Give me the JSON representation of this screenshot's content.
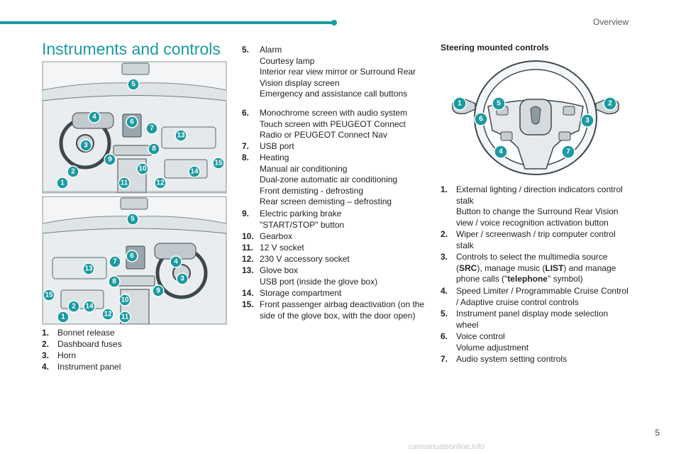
{
  "header": {
    "section": "Overview"
  },
  "page": {
    "title": "Instruments and controls",
    "number": "5"
  },
  "accent_color": "#1b9aa0",
  "lhd_badges": [
    "1",
    "2",
    "3",
    "4",
    "5",
    "6",
    "7",
    "8",
    "9",
    "10",
    "11",
    "12",
    "13",
    "14",
    "15"
  ],
  "rhd_badges": [
    "1",
    "2",
    "3",
    "4",
    "5",
    "6",
    "7",
    "8",
    "9",
    "10",
    "11",
    "12",
    "13",
    "14",
    "15"
  ],
  "wheel_badges": [
    "1",
    "2",
    "3",
    "4",
    "5",
    "6",
    "7"
  ],
  "dashboard_items": [
    {
      "num": "1.",
      "lines": [
        "Bonnet release"
      ]
    },
    {
      "num": "2.",
      "lines": [
        "Dashboard fuses"
      ]
    },
    {
      "num": "3.",
      "lines": [
        "Horn"
      ]
    },
    {
      "num": "4.",
      "lines": [
        "Instrument panel"
      ]
    },
    {
      "num": "5.",
      "lines": [
        "Alarm",
        "Courtesy lamp",
        "Interior rear view mirror or Surround Rear",
        "Vision display screen",
        "Emergency and assistance call buttons"
      ]
    },
    {
      "num": "6.",
      "lines": [
        "Monochrome screen with audio system",
        "Touch screen with PEUGEOT Connect",
        "Radio or PEUGEOT Connect Nav"
      ]
    },
    {
      "num": "7.",
      "lines": [
        "USB port"
      ]
    },
    {
      "num": "8.",
      "lines": [
        "Heating",
        "Manual air conditioning",
        "Dual-zone automatic air conditioning",
        "Front demisting - defrosting",
        "Rear screen demisting – defrosting"
      ]
    },
    {
      "num": "9.",
      "lines": [
        "Electric parking brake",
        "\"START/STOP\" button"
      ]
    },
    {
      "num": "10.",
      "lines": [
        "Gearbox"
      ]
    },
    {
      "num": "11.",
      "lines": [
        "12 V socket"
      ]
    },
    {
      "num": "12.",
      "lines": [
        "230 V accessory socket"
      ]
    },
    {
      "num": "13.",
      "lines": [
        "Glove box",
        "USB port (inside the glove box)"
      ]
    },
    {
      "num": "14.",
      "lines": [
        "Storage compartment"
      ]
    },
    {
      "num": "15.",
      "lines": [
        "Front passenger airbag deactivation (on the",
        "side of the glove box, with the door open)"
      ]
    }
  ],
  "steering": {
    "heading": "Steering mounted controls",
    "items": [
      {
        "num": "1.",
        "lines": [
          "External lighting / direction indicators control",
          "stalk",
          "Button to change the Surround Rear Vision",
          "view / voice recognition activation button"
        ]
      },
      {
        "num": "2.",
        "lines": [
          "Wiper / screenwash / trip computer control",
          "stalk"
        ]
      },
      {
        "num": "3.",
        "line1_pre": "Controls to select the multimedia source",
        "line2_pre": "(",
        "line2_b1": "SRC",
        "line2_mid": "), manage music (",
        "line2_b2": "LIST",
        "line2_post": ") and manage",
        "line3_pre": "phone calls (\"",
        "line3_b": "telephone",
        "line3_post": "\" symbol)"
      },
      {
        "num": "4.",
        "lines": [
          "Speed Limiter / Programmable Cruise Control",
          "/ Adaptive cruise control controls"
        ]
      },
      {
        "num": "5.",
        "lines": [
          "Instrument panel display mode selection",
          "wheel"
        ]
      },
      {
        "num": "6.",
        "lines": [
          "Voice control",
          "Volume adjustment"
        ]
      },
      {
        "num": "7.",
        "lines": [
          "Audio system setting controls"
        ]
      }
    ]
  },
  "footer": {
    "watermark": "carmanualsonline.info"
  }
}
